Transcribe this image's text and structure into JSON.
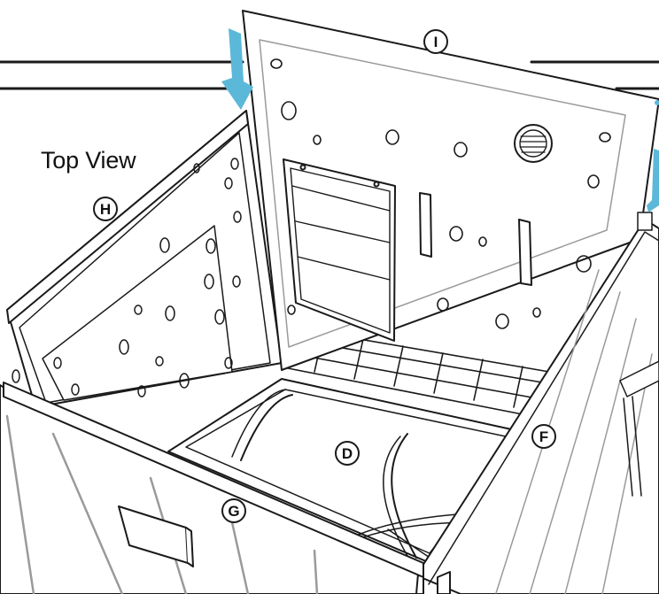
{
  "diagram": {
    "view_label": "Top View",
    "callouts": {
      "I": "I",
      "H": "H",
      "D": "D",
      "F": "F",
      "G": "G"
    },
    "colors": {
      "arrow": "#5cb8d8",
      "line": "#1a1a1a",
      "guide": "#9a9a9a"
    }
  }
}
